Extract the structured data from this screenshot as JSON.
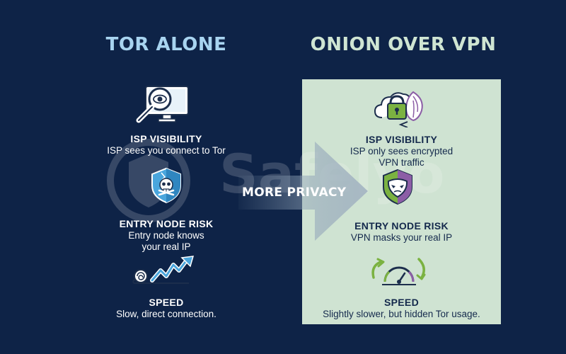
{
  "left_column": {
    "heading": "TOR ALONE",
    "features": [
      {
        "title": "ISP VISIBILITY",
        "desc": [
          "ISP sees you connect to Tor"
        ],
        "icon": "monitor-magnifier-icon"
      },
      {
        "title": "ENTRY NODE RISK",
        "desc": [
          "Entry node knows",
          "your real IP"
        ],
        "icon": "skull-shield-icon"
      },
      {
        "title": "SPEED",
        "desc": [
          "Slow, direct connection."
        ],
        "icon": "snail-zigzag-arrow-icon"
      }
    ]
  },
  "right_column": {
    "heading": "ONION OVER VPN",
    "features": [
      {
        "title": "ISP VISIBILITY",
        "desc": [
          "ISP only sees encrypted",
          "VPN traffic"
        ],
        "icon": "cloud-lock-onion-icon"
      },
      {
        "title": "ENTRY NODE RISK",
        "desc": [
          "VPN masks your real IP"
        ],
        "icon": "mask-shield-icon"
      },
      {
        "title": "SPEED",
        "desc": [
          "Slightly slower, but hidden Tor usage."
        ],
        "icon": "speedometer-icon"
      }
    ]
  },
  "arrow_label": "MORE PRIVACY",
  "watermark": "Safelyo",
  "colors": {
    "background": "#0e2347",
    "left_heading": "#a8d4f0",
    "right_heading": "#cfe5d3",
    "panel": "#cfe3d2",
    "right_text": "#14294c",
    "accent_blue": "#4aa6dd",
    "accent_green": "#7bb241",
    "accent_purple": "#8c5ea6"
  }
}
